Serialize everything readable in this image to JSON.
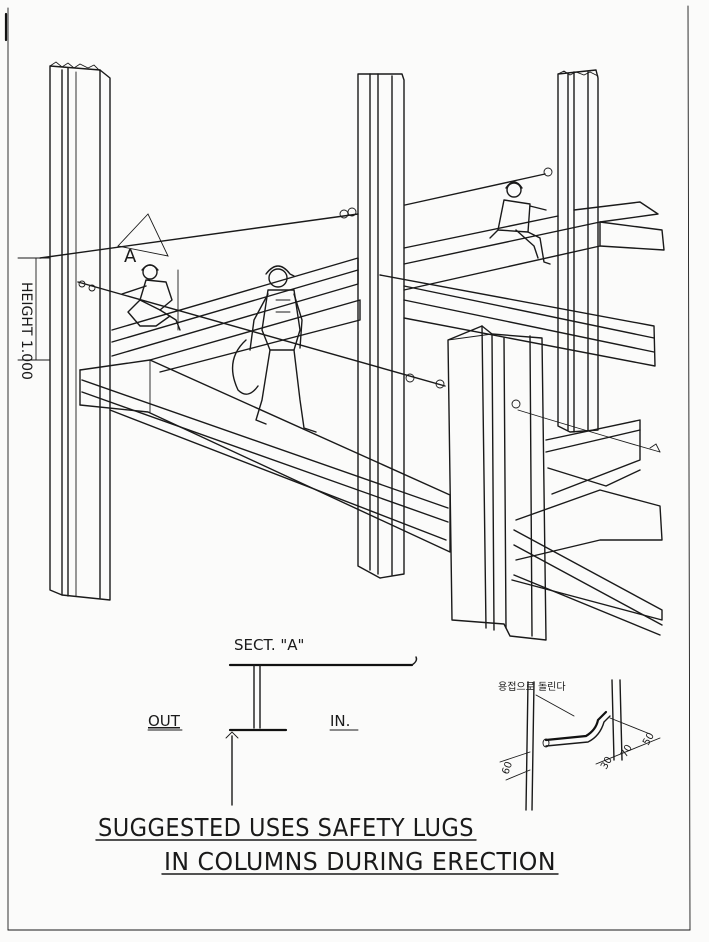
{
  "drawing": {
    "height_label": "HEIGHT 1.000",
    "marker_a": "A",
    "section_title": "SECT. \"A\"",
    "out_label": "OUT",
    "in_label": "IN.",
    "weld_note": "용접으로 돌린다",
    "dim_60": "60",
    "dim_30": "30",
    "dim_70": "70",
    "dim_50": "50",
    "caption_line1": "SUGGESTED USES SAFETY LUGS",
    "caption_line2": "IN COLUMNS DURING ERECTION"
  }
}
